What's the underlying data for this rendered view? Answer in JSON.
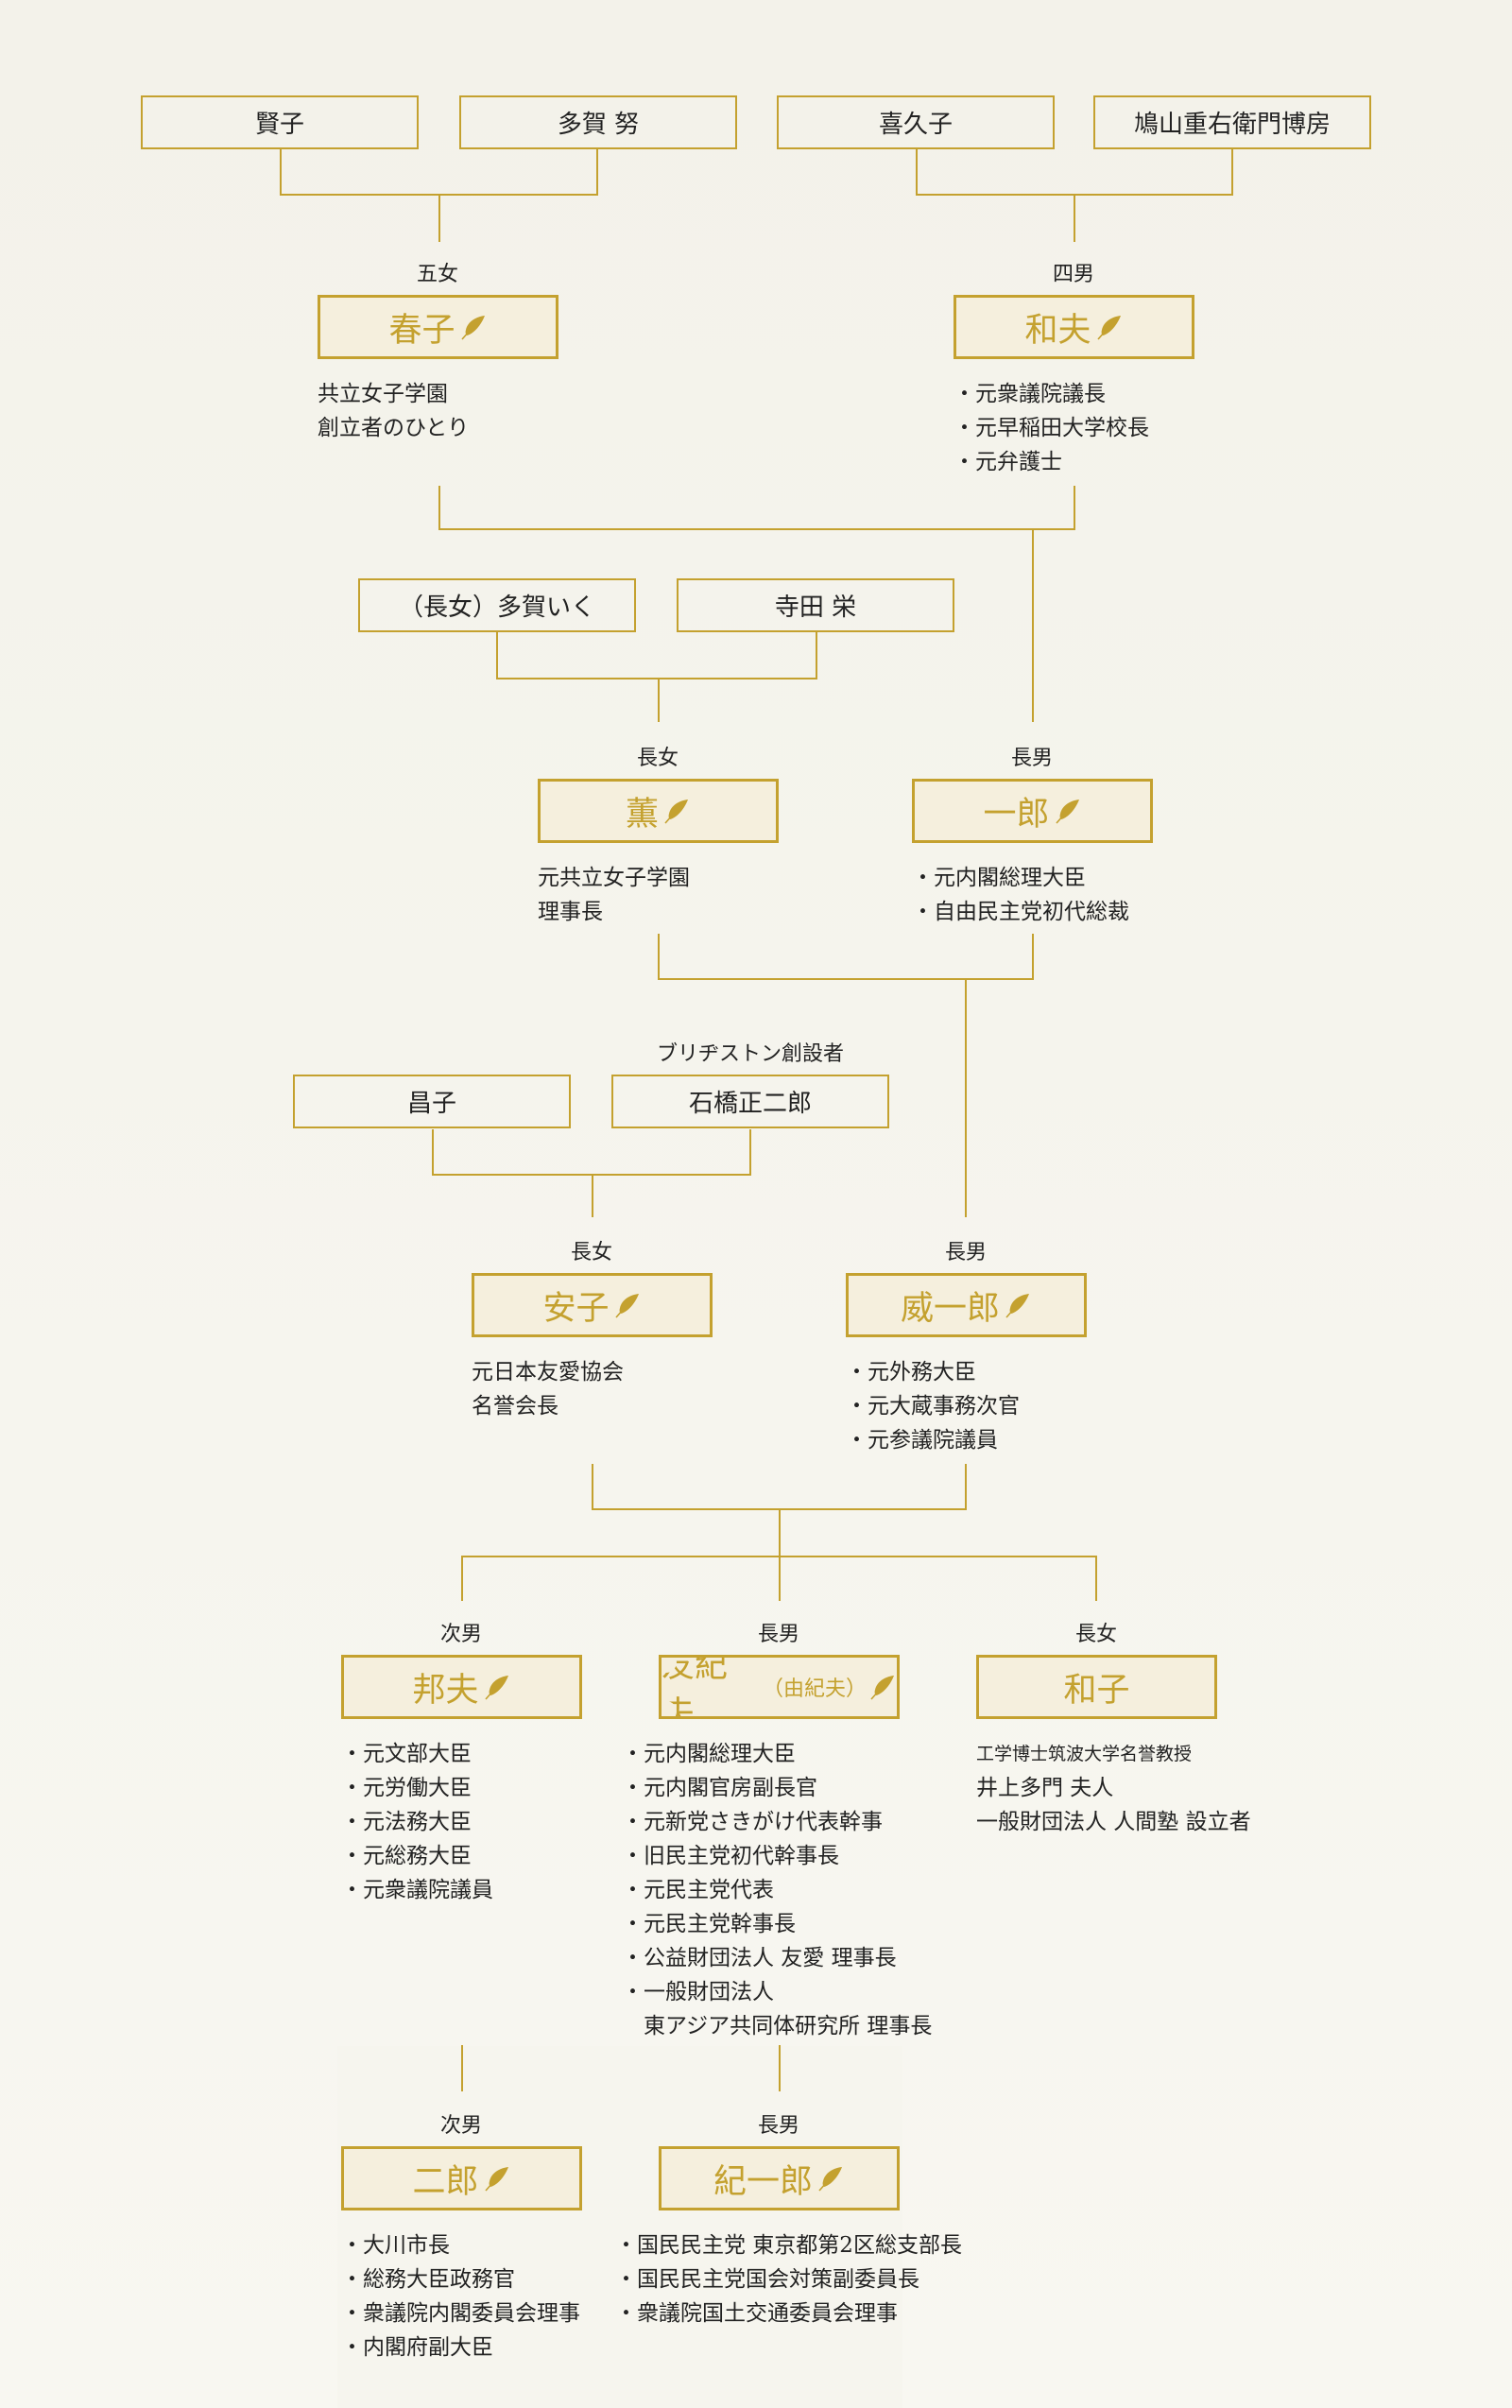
{
  "colors": {
    "gold": "#c4a12f",
    "box_fill": "#f5efdd",
    "background": "#f5f4ed"
  },
  "parents": {
    "kenko": "賢子",
    "taga": "多賀 努",
    "kikuko": "喜久子",
    "hatoyama": "鳩山重右衛門博房",
    "taga_iku": "（長女）多賀いく",
    "terada": "寺田 栄",
    "masako": "昌子",
    "ishibashi": "石橋正二郎"
  },
  "ishibashi_caption": "ブリヂストン創設者",
  "people": {
    "haruko": {
      "relation": "五女",
      "name": "春子",
      "notes": [
        "共立女子学園",
        "創立者のひとり"
      ]
    },
    "kazuo": {
      "relation": "四男",
      "name": "和夫",
      "notes": [
        "・元衆議院議長",
        "・元早稲田大学校長",
        "・元弁護士"
      ]
    },
    "kaoru": {
      "relation": "長女",
      "name": "薫",
      "notes": [
        "元共立女子学園",
        "理事長"
      ]
    },
    "ichiro": {
      "relation": "長男",
      "name": "一郎",
      "notes": [
        "・元内閣総理大臣",
        "・自由民主党初代総裁"
      ]
    },
    "yasuko": {
      "relation": "長女",
      "name": "安子",
      "notes": [
        "元日本友愛協会",
        "名誉会長"
      ]
    },
    "iichiro": {
      "relation": "長男",
      "name": "威一郎",
      "notes": [
        "・元外務大臣",
        "・元大蔵事務次官",
        "・元参議院議員"
      ]
    },
    "kunio": {
      "relation": "次男",
      "name": "邦夫",
      "notes": [
        "・元文部大臣",
        "・元労働大臣",
        "・元法務大臣",
        "・元総務大臣",
        "・元衆議院議員"
      ]
    },
    "yukio": {
      "relation": "長男",
      "name": "友紀夫",
      "name_sub": "（由紀夫）",
      "notes": [
        "・元内閣総理大臣",
        "・元内閣官房副長官",
        "・元新党さきがけ代表幹事",
        "・旧民主党初代幹事長",
        "・元民主党代表",
        "・元民主党幹事長",
        "・公益財団法人 友愛 理事長",
        "・一般財団法人",
        "　東アジア共同体研究所 理事長"
      ]
    },
    "kazuko": {
      "relation": "長女",
      "name": "和子",
      "notes": [
        "工学博士筑波大学名誉教授",
        "井上多門 夫人",
        "一般財団法人 人間塾 設立者"
      ]
    },
    "jiro": {
      "relation": "次男",
      "name": "二郎",
      "notes": [
        "・大川市長",
        "・総務大臣政務官",
        "・衆議院内閣委員会理事",
        "・内閣府副大臣"
      ]
    },
    "kiichiro": {
      "relation": "長男",
      "name": "紀一郎",
      "notes": [
        "・国民民主党 東京都第2区総支部長",
        "・国民民主党国会対策副委員長",
        "・衆議院国土交通委員会理事"
      ]
    }
  }
}
